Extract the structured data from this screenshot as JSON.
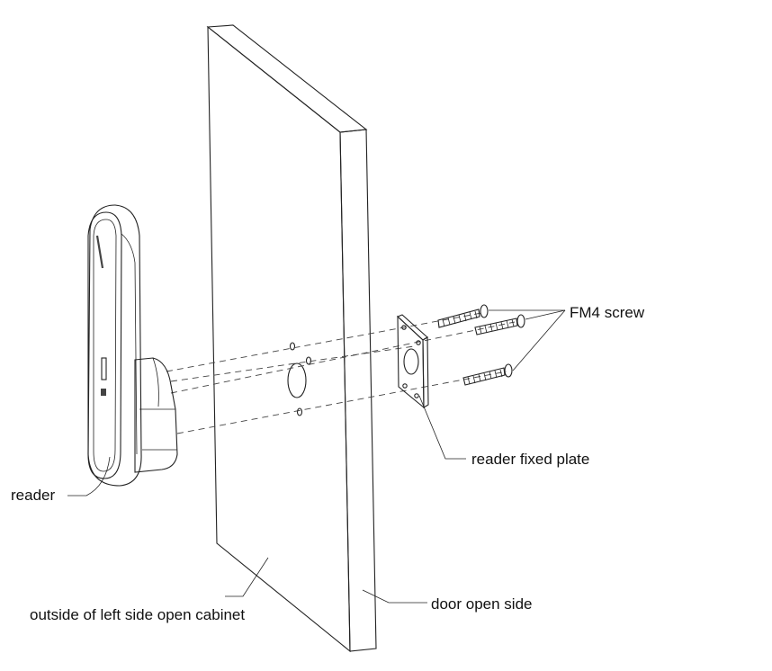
{
  "labels": {
    "fm4_screw": "FM4 screw",
    "reader_fixed_plate": "reader fixed plate",
    "reader": "reader",
    "outside_cabinet": "outside of left side open cabinet",
    "door_open_side": "door open side"
  },
  "colors": {
    "line": "#222222",
    "reader_body": "#ececec",
    "background": "#ffffff"
  }
}
